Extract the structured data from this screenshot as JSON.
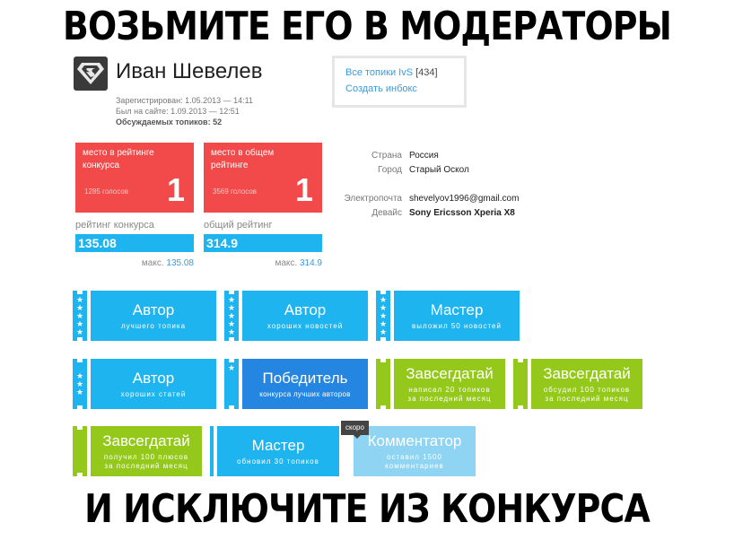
{
  "meme": {
    "top": "ВОЗЬМИТЕ ЕГО В МОДЕРАТОРЫ",
    "bottom": "И ИСКЛЮЧИТЕ ИЗ КОНКУРСА"
  },
  "profile": {
    "avatar_icon": "superman-logo-icon",
    "name": "Иван Шевелев",
    "registered": "Зарегистрирован: 1.05.2013 — 14:11",
    "last_seen": "Был на сайте: 1.09.2013 — 12:51",
    "topics_label": "Обсуждаемых топиков: 52"
  },
  "topics_box": {
    "all_topics": "Все топики IvS",
    "all_topics_count": "[434]",
    "create_inbox": "Создать инбокс"
  },
  "ratings": [
    {
      "title": "место в рейтинге конкурса",
      "votes": "1285 голосов",
      "place": "1",
      "label": "рейтинг конкурса",
      "value": "135.08",
      "max_label": "макс.",
      "max_value": "135.08",
      "fill": 1.0
    },
    {
      "title": "место в общем рейтинге",
      "votes": "3569 голосов",
      "place": "1",
      "label": "общий рейтинг",
      "value": "314.9",
      "max_label": "макс.",
      "max_value": "314.9",
      "fill": 1.0
    }
  ],
  "info": [
    {
      "key": "Страна",
      "value": "Россия"
    },
    {
      "key": "Город",
      "value": "Старый Оскол"
    },
    {
      "key": "Электропочта",
      "value": "shevelyov1996@gmail.com"
    },
    {
      "key": "Девайс",
      "value": "Sony Ericsson Xperia X8"
    }
  ],
  "badges": [
    {
      "title": "Автор",
      "subtitle": "лучшего топика",
      "color": "#1eb4ef",
      "stars": 5
    },
    {
      "title": "Автор",
      "subtitle": "хороших новостей",
      "color": "#1eb4ef",
      "stars": 5
    },
    {
      "title": "Мастер",
      "subtitle": "выложил 50 новостей",
      "color": "#1eb4ef",
      "stars": 5
    },
    {
      "title": "Автор",
      "subtitle": "хороших статей",
      "color": "#1eb4ef",
      "stars": 3
    },
    {
      "title": "Победитель",
      "subtitle": "конкурса лучших авторов",
      "color": "#2586e2",
      "stars": 1
    },
    {
      "title": "Завсегдатай",
      "subtitle": "написал 20 топиков",
      "subtitle2": "за последний месяц",
      "color": "#94c81a",
      "stars": 0
    },
    {
      "title": "Завсегдатай",
      "subtitle": "обсудил 100 топиков",
      "subtitle2": "за последний месяц",
      "color": "#94c81a",
      "stars": 0
    },
    {
      "title": "Завсегдатай",
      "subtitle": "получил 100 плюсов",
      "subtitle2": "за последний месяц",
      "color": "#94c81a",
      "stars": 0
    },
    {
      "title": "Мастер",
      "subtitle": "обновил 30 топиков",
      "color": "#1eb4ef",
      "stars": 0
    },
    {
      "title": "Комментатор",
      "subtitle": "оставил 1500",
      "subtitle2": "комментариев",
      "color": "#8fd4f3",
      "stars": 0
    }
  ],
  "soon_tooltip": "скоро"
}
